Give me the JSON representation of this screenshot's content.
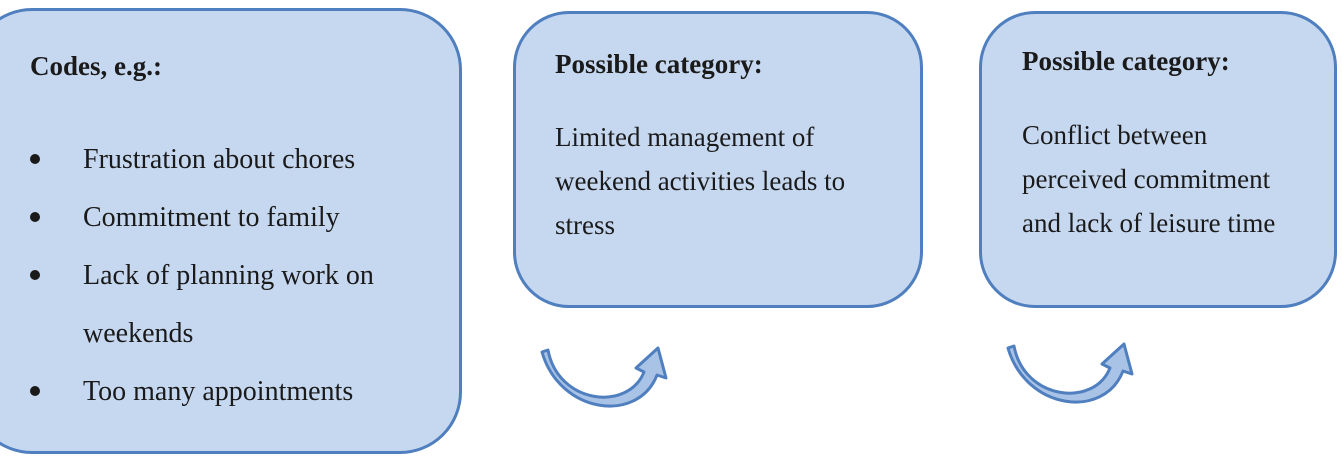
{
  "codes_box": {
    "heading": "Codes, e.g.:",
    "items": [
      "Frustration about chores",
      "Commitment to family",
      "Lack of planning work on weekends",
      "Too many appointments"
    ]
  },
  "category_1": {
    "heading": "Possible category:",
    "text": "Limited management of weekend activities leads to stress"
  },
  "category_2": {
    "heading": "Possible category:",
    "text": "Conflict between perceived commitment and lack of leisure time"
  },
  "colors": {
    "box_fill": "#c6d8f0",
    "box_border": "#4f7fbf",
    "arrow_fill": "#a9c3e6",
    "arrow_stroke": "#4f7fbf"
  },
  "icons": [
    "curved-up-arrow-icon",
    "curved-up-arrow-icon"
  ]
}
